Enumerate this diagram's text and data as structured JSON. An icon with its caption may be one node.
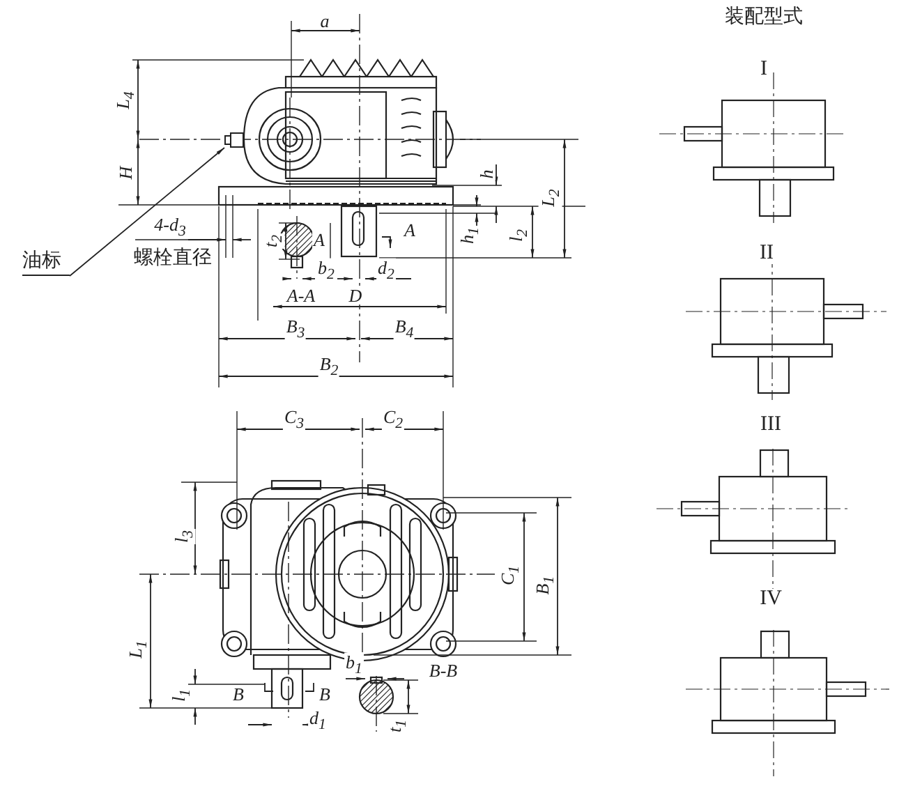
{
  "diagram": {
    "nodes": [
      {
        "text": [
          "油标"
        ]
      },
      {
        "text": [],
        "shape": "box"
      }
    ],
    "edges": [
      {
        "from": 0,
        "to": 1,
        "arrow": "to"
      }
    ],
    "labels": [
      "装配型式",
      "a",
      "I",
      "L$_{4}$",
      "H",
      "h",
      "L$_{2}$",
      "4-d$_{3}$",
      "h$_{1}$",
      "l$_{2}$",
      "t$_{2}$",
      "A",
      "A",
      "螺栓直径",
      "b$_{2}$",
      "d$_{2}$",
      "II",
      "A-A",
      "D",
      "B$_{3}$",
      "B$_{4}$",
      "B$_{2}$",
      "C$_{3}$",
      "C$_{2}$",
      "III",
      "l$_{3}$",
      "C$_{1}$",
      "B$_{1}$",
      "IV",
      "L$_{1}$",
      "b$_{1}$",
      "B-B",
      "l$_{1}$",
      "B",
      "B",
      "d$_{1}$",
      "t$_{1}$"
    ]
  }
}
